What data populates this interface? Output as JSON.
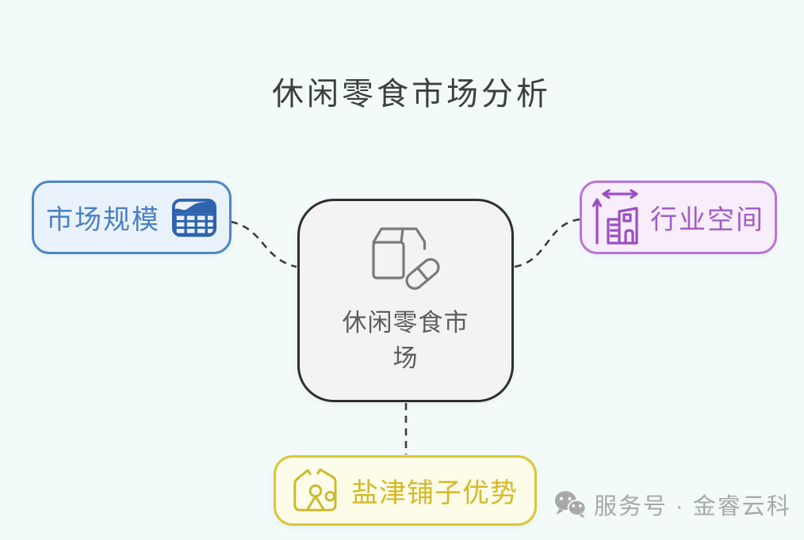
{
  "title": "休闲零食市场分析",
  "nodes": {
    "center": {
      "label": "休闲零食市场",
      "icon": "package-pill-icon"
    },
    "left": {
      "label": "市场规模",
      "icon": "chart-grid-icon"
    },
    "right": {
      "label": "行业空间",
      "icon": "building-measure-icon"
    },
    "bottom": {
      "label": "盐津铺子优势",
      "icon": "snack-basket-icon"
    }
  },
  "connectors": [
    {
      "from": "market-size-node",
      "to": "center-node",
      "style": "dashed-curve"
    },
    {
      "from": "center-node",
      "to": "industry-space-node",
      "style": "dashed-curve"
    },
    {
      "from": "center-node",
      "to": "yanjin-advantage-node",
      "style": "dashed-straight"
    }
  ],
  "watermark": {
    "icon": "wechat-icon",
    "label": "服务号 · 金睿云科"
  },
  "colors": {
    "page-bg": "#f2fbfa",
    "title-ink": "#3f3f3f",
    "connector": "#3c3c3c",
    "center-border": "#2e2e2e",
    "center-bg": "#f3f3f3",
    "center-text": "#5d5d5d",
    "center-icon": "#7a7a7a",
    "blue-border": "#4d86c6",
    "blue-bg": "#e9f2fb",
    "blue-text": "#4a80c3",
    "blue-icon": "#2f63ae",
    "purple-border": "#bb74d6",
    "purple-bg": "#f7edfb",
    "purple-text": "#a35cc5",
    "purple-icon": "#9c4ec2",
    "yellow-border": "#d9c637",
    "yellow-bg": "#fdfce9",
    "yellow-text": "#d4b82a",
    "yellow-icon": "#ccb82c",
    "watermark": "#a8a8a8"
  }
}
